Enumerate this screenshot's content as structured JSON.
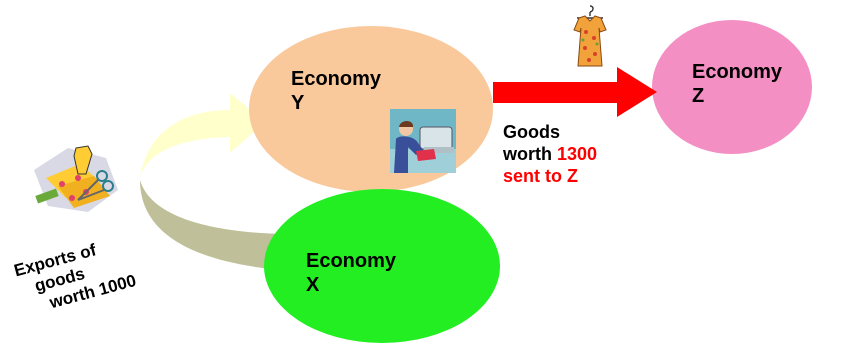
{
  "economies": {
    "y": {
      "line1": "Economy",
      "line2": "Y",
      "fill": "#f9c99c"
    },
    "z": {
      "line1": "Economy",
      "line2": "Z",
      "fill": "#f48fc4"
    },
    "x": {
      "line1": "Economy",
      "line2": "X",
      "fill": "#22ee22"
    }
  },
  "flow_to_z": {
    "line1": "Goods",
    "line2_text": "worth ",
    "line2_value": "1300",
    "line3": "sent to Z",
    "arrow_color": "#ff0000",
    "highlight_color": "#ff0000"
  },
  "flow_x_to_y": {
    "line1": "Exports of",
    "line2": "goods",
    "line3": "worth 1000",
    "arrow_top_color": "#ffffcc",
    "arrow_bottom_color": "#bfbf99"
  },
  "icons": [
    "fabric-and-scissors-icon",
    "sewing-machine-worker-icon",
    "dress-on-hanger-icon"
  ]
}
